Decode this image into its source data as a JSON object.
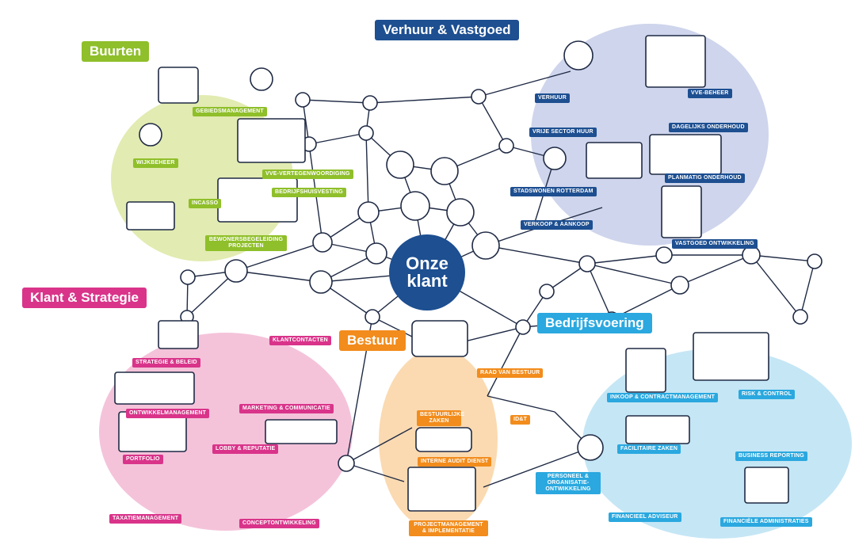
{
  "center": {
    "text": "Onze klant"
  },
  "sections": {
    "buurten": {
      "title": "Buurten",
      "color": "#8fbf2a",
      "tags": [
        "GEBIEDSMANAGEMENT",
        "WIJKBEHEER",
        "INCASSO",
        "VVE-VERTEGENWOORDIGING",
        "BEDRIJFSHUISVESTING",
        "BEWONERSBEGELEIDING PROJECTEN"
      ]
    },
    "verhuur": {
      "title": "Verhuur & Vastgoed",
      "color": "#1d4f91",
      "tags": [
        "VERHUUR",
        "VVE-BEHEER",
        "DAGELIJKS ONDERHOUD",
        "VRIJE SECTOR HUUR",
        "PLANMATIG ONDERHOUD",
        "STADSWONEN ROTTERDAM",
        "VERKOOP & AANKOOP",
        "VASTGOED ONTWIKKELING"
      ]
    },
    "klant": {
      "title": "Klant & Strategie",
      "color": "#d9348a",
      "tags": [
        "KLANTCONTACTEN",
        "STRATEGIE & BELEID",
        "ONTWIKKELMANAGEMENT",
        "MARKETING & COMMUNICATIE",
        "PORTFOLIO",
        "LOBBY & REPUTATIE",
        "TAXATIEMANAGEMENT",
        "CONCEPTONTWIKKELING"
      ]
    },
    "bestuur": {
      "title": "Bestuur",
      "color": "#f28c1c",
      "tags": [
        "RAAD VAN BESTUUR",
        "BESTUURLIJKE ZAKEN",
        "ID&T",
        "INTERNE AUDIT DIENST",
        "PROJECTMANAGEMENT & IMPLEMENTATIE"
      ]
    },
    "bedrijf": {
      "title": "Bedrijfsvoering",
      "color": "#2aa8df",
      "tags": [
        "INKOOP & CONTRACTMANAGEMENT",
        "RISK & CONTROL",
        "FACILITAIRE ZAKEN",
        "BUSINESS REPORTING",
        "PERSONEEL & ORGANISATIE-ONTWIKKELING",
        "FINANCIEEL ADVISEUR",
        "FINANCIËLE ADMINISTRATIES"
      ]
    }
  }
}
